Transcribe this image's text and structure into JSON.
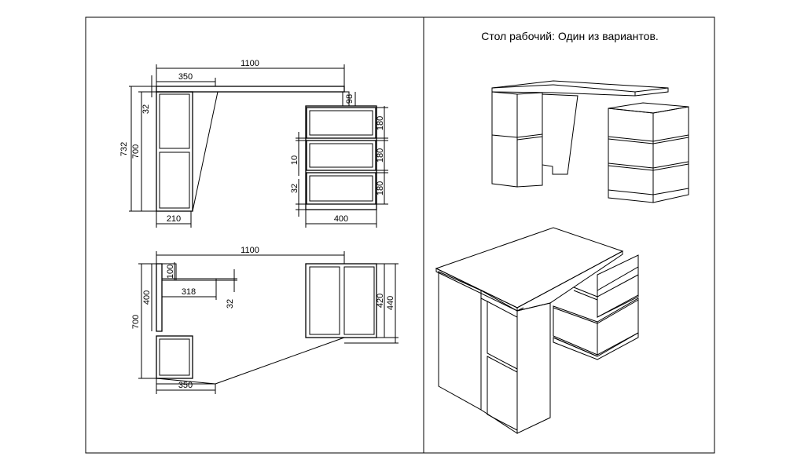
{
  "caption": "Стол рабочий: Один из вариантов.",
  "front_view": {
    "width_total": "1100",
    "width_left": "350",
    "height_total": "732",
    "height_body": "700",
    "top_thickness": "32",
    "gap": "98",
    "drawer_1": "180",
    "drawer_2": "180",
    "drawer_3": "180",
    "drawer_gap": "10",
    "plinth": "32",
    "base_left": "210",
    "base_right": "400"
  },
  "plan_view": {
    "width_total": "1100",
    "depth_right": "420",
    "depth_total": "440",
    "depth_left": "700",
    "upper_depth": "400",
    "small_depth": "100",
    "shelf_width": "318",
    "shelf_thickness": "32",
    "base_left": "350"
  }
}
